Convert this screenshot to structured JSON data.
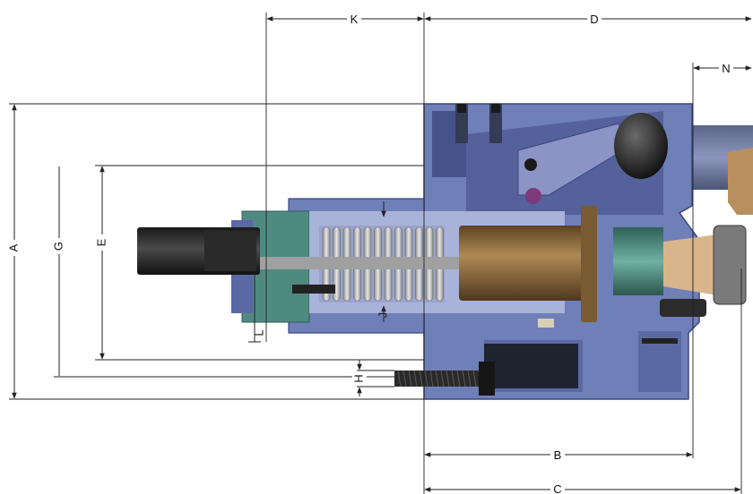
{
  "colors": {
    "housing_blue": "#6f7fb8",
    "housing_dark": "#46528a",
    "shaft_dark": "#2a2a2a",
    "bronze": "#8a6a3c",
    "teal": "#4f8a80",
    "spring_silver": "#c4c4c4",
    "dim_line": "#222222"
  },
  "dimensions": {
    "A": "A",
    "B": "B",
    "C": "C",
    "D": "D",
    "E": "E",
    "G": "G",
    "H": "H",
    "J": "J",
    "K": "K",
    "L": "L",
    "N": "N"
  }
}
